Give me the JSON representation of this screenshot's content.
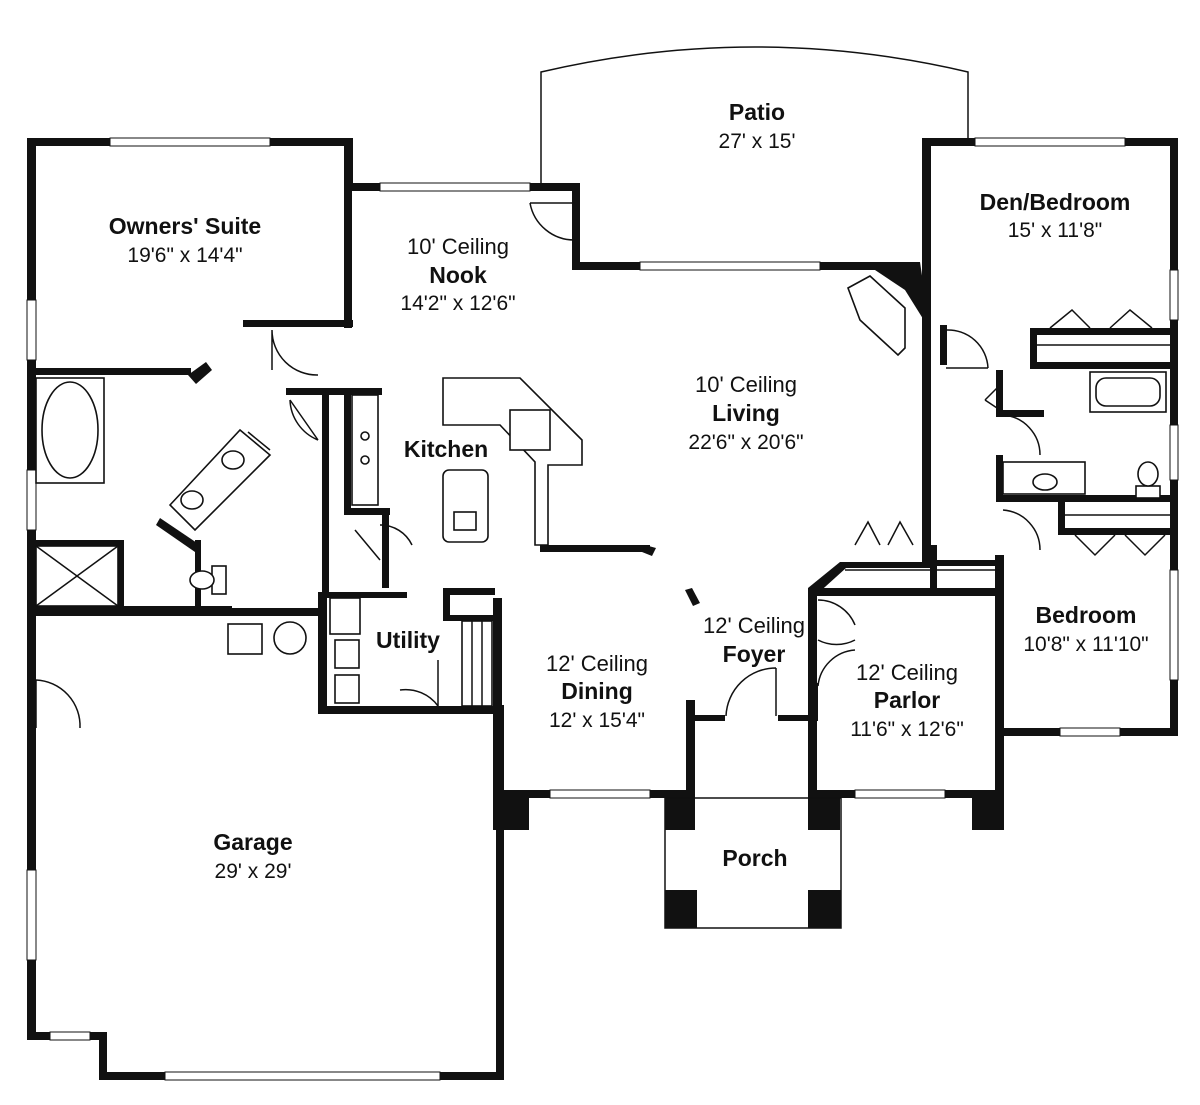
{
  "rooms": {
    "patio": {
      "name": "Patio",
      "size": "27' x 15'"
    },
    "owners_suite": {
      "name": "Owners' Suite",
      "size": "19'6\" x 14'4\""
    },
    "nook": {
      "ceiling": "10' Ceiling",
      "name": "Nook",
      "size": "14'2\" x 12'6\""
    },
    "den": {
      "name": "Den/Bedroom",
      "size": "15' x 11'8\""
    },
    "living": {
      "ceiling": "10' Ceiling",
      "name": "Living",
      "size": "22'6\" x 20'6\""
    },
    "kitchen": {
      "name": "Kitchen"
    },
    "utility": {
      "name": "Utility"
    },
    "dining": {
      "ceiling": "12' Ceiling",
      "name": "Dining",
      "size": "12' x 15'4\""
    },
    "foyer": {
      "ceiling": "12' Ceiling",
      "name": "Foyer"
    },
    "parlor": {
      "ceiling": "12' Ceiling",
      "name": "Parlor",
      "size": "11'6\" x 12'6\""
    },
    "bedroom": {
      "name": "Bedroom",
      "size": "10'8\" x 11'10\""
    },
    "garage": {
      "name": "Garage",
      "size": "29' x 29'"
    },
    "porch": {
      "name": "Porch"
    }
  },
  "colors": {
    "wall": "#111111",
    "background": "#ffffff"
  }
}
